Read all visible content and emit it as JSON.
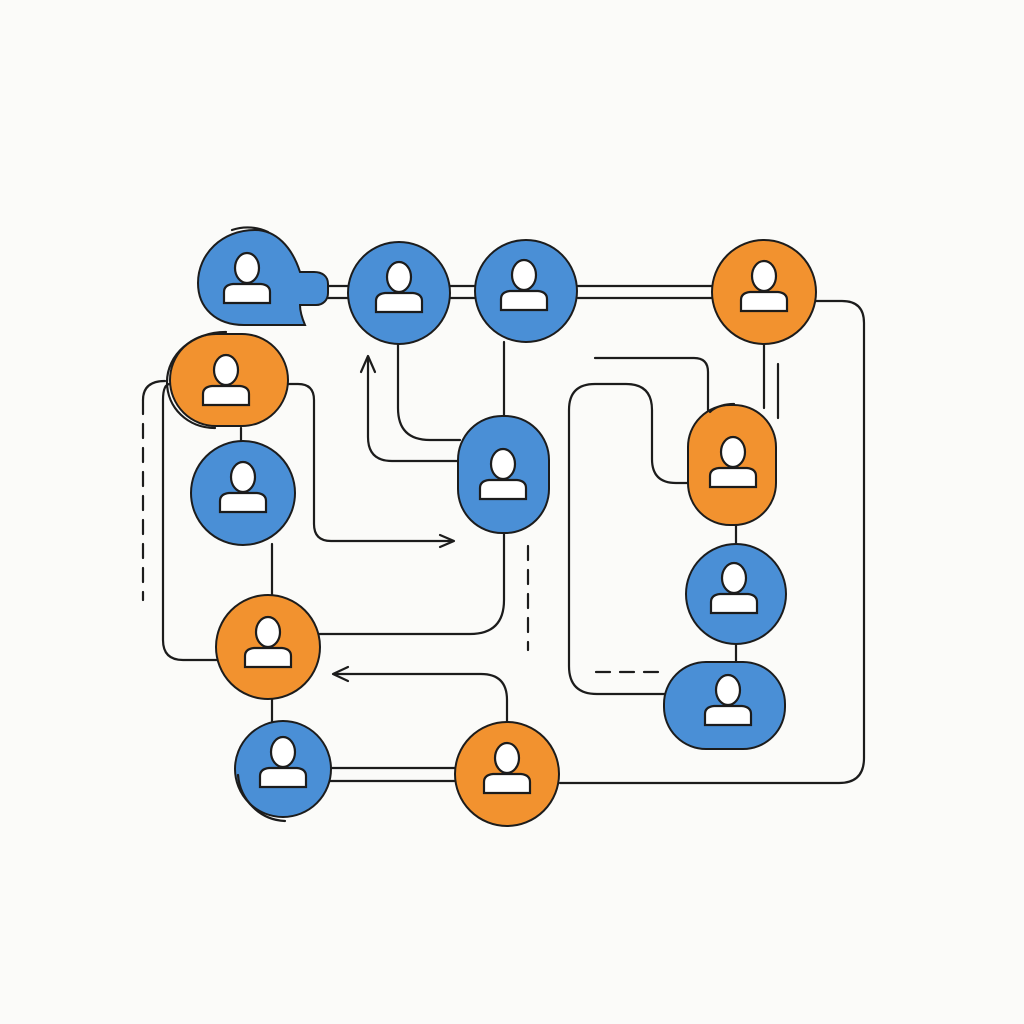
{
  "colors": {
    "background": "#fbfbf9",
    "blue": "#4a8fd6",
    "orange": "#f2922f",
    "line": "#1c1c1c"
  },
  "nodes": [
    {
      "id": "n1",
      "color": "blue",
      "shape": "speech-bubble",
      "icon": "person-icon"
    },
    {
      "id": "n2",
      "color": "blue",
      "shape": "circle",
      "icon": "person-icon"
    },
    {
      "id": "n3",
      "color": "blue",
      "shape": "circle",
      "icon": "person-icon"
    },
    {
      "id": "n4",
      "color": "orange",
      "shape": "circle",
      "icon": "person-icon"
    },
    {
      "id": "n5",
      "color": "orange",
      "shape": "circle",
      "icon": "person-icon"
    },
    {
      "id": "n6",
      "color": "blue",
      "shape": "circle",
      "icon": "person-icon"
    },
    {
      "id": "n7",
      "color": "blue",
      "shape": "rounded-rect",
      "icon": "person-icon"
    },
    {
      "id": "n8",
      "color": "orange",
      "shape": "rounded-rect",
      "icon": "person-icon"
    },
    {
      "id": "n9",
      "color": "blue",
      "shape": "circle",
      "icon": "person-icon"
    },
    {
      "id": "n10",
      "color": "orange",
      "shape": "circle",
      "icon": "person-icon"
    },
    {
      "id": "n11",
      "color": "blue",
      "shape": "rounded-rect",
      "icon": "person-icon"
    },
    {
      "id": "n12",
      "color": "blue",
      "shape": "circle",
      "icon": "person-icon"
    },
    {
      "id": "n13",
      "color": "orange",
      "shape": "circle",
      "icon": "person-icon"
    }
  ],
  "connections": [
    {
      "from": "n1",
      "to": "n2",
      "style": "double-line"
    },
    {
      "from": "n2",
      "to": "n3",
      "style": "double-line"
    },
    {
      "from": "n3",
      "to": "n4",
      "style": "double-line"
    },
    {
      "from": "n7",
      "to": "n2",
      "style": "arrow"
    },
    {
      "from": "n5",
      "to": "n7",
      "style": "arrow"
    },
    {
      "from": "n13",
      "to": "n10",
      "style": "arrow"
    },
    {
      "from": "n12",
      "to": "n13",
      "style": "double-line"
    },
    {
      "from": "n4",
      "to": "n13",
      "style": "line"
    },
    {
      "from": "n8",
      "to": "n9",
      "style": "line"
    },
    {
      "from": "n9",
      "to": "n11",
      "style": "line"
    },
    {
      "from": "n7",
      "to": "n10",
      "style": "line"
    },
    {
      "from": "n5",
      "to": "n6",
      "style": "line"
    },
    {
      "from": "n6",
      "to": "n10",
      "style": "line"
    },
    {
      "from": "n10",
      "to": "n12",
      "style": "line"
    }
  ]
}
